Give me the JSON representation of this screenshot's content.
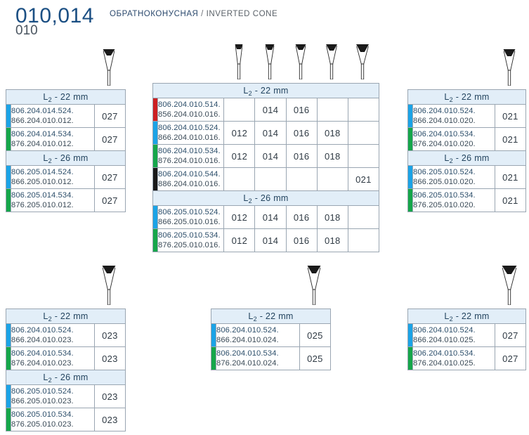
{
  "header": {
    "code_main": "010,014",
    "code_sub": "010",
    "name_ru": "ОБРАТНОКОНУСНАЯ",
    "name_sep": "/",
    "name_en": "INVERTED CONE"
  },
  "colors": {
    "red": "#cc1f22",
    "blue": "#1ba3e6",
    "green": "#15a64a",
    "black": "#191919",
    "header_bg": "#e2eef8",
    "border": "#9aa6b2",
    "brand_blue": "#1b4f83",
    "text_blue": "#2d4f6b"
  },
  "labels": {
    "l2_22": "L2 - 22 mm",
    "l2_26": "L2 - 26 mm",
    "l_symbol": "L",
    "l_sub": "2",
    "len_22": "- 22 mm",
    "len_26": "- 26 mm"
  },
  "tables": {
    "top_left": {
      "sections": [
        {
          "title": "L2 - 22 mm",
          "rows": [
            {
              "color": "blue",
              "line1": "806.204.014.524.",
              "line2": "866.204.010.012.",
              "sizes": [
                "027"
              ]
            },
            {
              "color": "green",
              "line1": "806.204.014.534.",
              "line2": "876.204.010.012.",
              "sizes": [
                "027"
              ]
            }
          ]
        },
        {
          "title": "L2 - 26 mm",
          "rows": [
            {
              "color": "blue",
              "line1": "806.205.014.524.",
              "line2": "866.205.010.012.",
              "sizes": [
                "027"
              ]
            },
            {
              "color": "green",
              "line1": "806.205.014.534.",
              "line2": "876.205.010.012.",
              "sizes": [
                "027"
              ]
            }
          ]
        }
      ]
    },
    "top_center": {
      "sections": [
        {
          "title": "L2 - 22 mm",
          "rows": [
            {
              "color": "red",
              "line1": "806.204.010.514.",
              "line2": "856.204.010.016.",
              "sizes": [
                "",
                "014",
                "016",
                "",
                ""
              ]
            },
            {
              "color": "blue",
              "line1": "806.204.010.524.",
              "line2": "866.204.010.016.",
              "sizes": [
                "012",
                "014",
                "016",
                "018",
                ""
              ]
            },
            {
              "color": "green",
              "line1": "806.204.010.534.",
              "line2": "876.204.010.016.",
              "sizes": [
                "012",
                "014",
                "016",
                "018",
                ""
              ]
            },
            {
              "color": "black",
              "line1": "806.204.010.544.",
              "line2": "886.204.010.016.",
              "sizes": [
                "",
                "",
                "",
                "",
                "021"
              ]
            }
          ]
        },
        {
          "title": "L2 - 26 mm",
          "rows": [
            {
              "color": "blue",
              "line1": "806.205.010.524.",
              "line2": "866.205.010.016.",
              "sizes": [
                "012",
                "014",
                "016",
                "018",
                ""
              ]
            },
            {
              "color": "green",
              "line1": "806.205.010.534.",
              "line2": "876.205.010.016.",
              "sizes": [
                "012",
                "014",
                "016",
                "018",
                ""
              ]
            }
          ]
        }
      ]
    },
    "top_right": {
      "sections": [
        {
          "title": "L2 - 22 mm",
          "rows": [
            {
              "color": "blue",
              "line1": "806.204.010.524.",
              "line2": "866.204.010.020.",
              "sizes": [
                "021"
              ]
            },
            {
              "color": "green",
              "line1": "806.204.010.534.",
              "line2": "876.204.010.020.",
              "sizes": [
                "021"
              ]
            }
          ]
        },
        {
          "title": "L2 - 26 mm",
          "rows": [
            {
              "color": "blue",
              "line1": "806.205.010.524.",
              "line2": "866.205.010.020.",
              "sizes": [
                "021"
              ]
            },
            {
              "color": "green",
              "line1": "806.205.010.534.",
              "line2": "876.205.010.020.",
              "sizes": [
                "021"
              ]
            }
          ]
        }
      ]
    },
    "bottom_left": {
      "sections": [
        {
          "title": "L2 - 22 mm",
          "rows": [
            {
              "color": "blue",
              "line1": "806.204.010.524.",
              "line2": "866.204.010.023.",
              "sizes": [
                "023"
              ]
            },
            {
              "color": "green",
              "line1": "806.204.010.534.",
              "line2": "876.204.010.023.",
              "sizes": [
                "023"
              ]
            }
          ]
        },
        {
          "title": "L2 - 26 mm",
          "rows": [
            {
              "color": "blue",
              "line1": "806.205.010.524.",
              "line2": "866.205.010.023.",
              "sizes": [
                "023"
              ]
            },
            {
              "color": "green",
              "line1": "806.205.010.534.",
              "line2": "876.205.010.023.",
              "sizes": [
                "023"
              ]
            }
          ]
        }
      ]
    },
    "bottom_center": {
      "sections": [
        {
          "title": "L2 - 22 mm",
          "rows": [
            {
              "color": "blue",
              "line1": "806.204.010.524.",
              "line2": "866.204.010.024.",
              "sizes": [
                "025"
              ]
            },
            {
              "color": "green",
              "line1": "806.204.010.534.",
              "line2": "876.204.010.024.",
              "sizes": [
                "025"
              ]
            }
          ]
        }
      ]
    },
    "bottom_right": {
      "sections": [
        {
          "title": "L2 - 22 mm",
          "rows": [
            {
              "color": "blue",
              "line1": "806.204.010.524.",
              "line2": "866.204.010.025.",
              "sizes": [
                "027"
              ]
            },
            {
              "color": "green",
              "line1": "806.204.010.534.",
              "line2": "876.204.010.025.",
              "sizes": [
                "027"
              ]
            }
          ]
        }
      ]
    }
  },
  "burs": {
    "top_left": [
      {
        "size": "027",
        "head_w": 17,
        "head_h": 9
      }
    ],
    "top_center": [
      {
        "size": "012",
        "head_w": 11,
        "head_h": 7
      },
      {
        "size": "014",
        "head_w": 13,
        "head_h": 8
      },
      {
        "size": "016",
        "head_w": 15,
        "head_h": 8
      },
      {
        "size": "018",
        "head_w": 16,
        "head_h": 9
      },
      {
        "size": "021",
        "head_w": 18,
        "head_h": 11
      }
    ],
    "top_right": [
      {
        "size": "021",
        "head_w": 17,
        "head_h": 10
      }
    ],
    "bottom_left": [
      {
        "size": "023",
        "head_w": 19,
        "head_h": 11
      }
    ],
    "bottom_center": [
      {
        "size": "025",
        "head_w": 19,
        "head_h": 11
      }
    ],
    "bottom_right": [
      {
        "size": "027",
        "head_w": 21,
        "head_h": 12
      }
    ]
  }
}
